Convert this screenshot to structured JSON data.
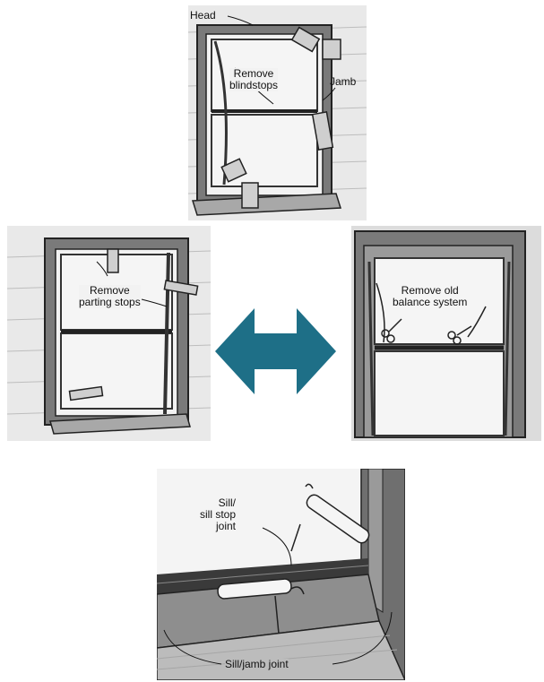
{
  "panels": {
    "top": {
      "head_label": "Head",
      "blindstops_label": "Remove\nblindstops",
      "jamb_label": "Jamb"
    },
    "left": {
      "parting_label": "Remove\nparting stops"
    },
    "right": {
      "balance_label": "Remove old\nbalance system"
    },
    "bottom": {
      "sill_stop_label": "Sill/\nsill stop\njoint",
      "sill_jamb_label": "Sill/jamb joint"
    }
  },
  "colors": {
    "arrow": "#1e6f87",
    "frame_dark": "#4a4a4a",
    "frame_mid": "#8a8a8a",
    "glass": "#f2f2f2",
    "siding": "#d8d8d8"
  },
  "icons": {
    "arrow": "double-headed-arrow-icon"
  }
}
